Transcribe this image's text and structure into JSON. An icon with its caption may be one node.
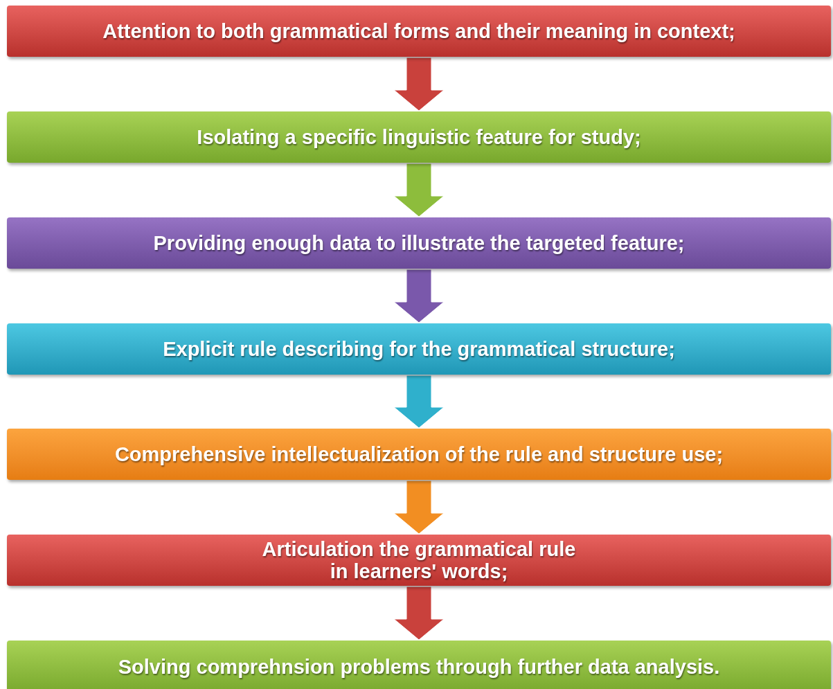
{
  "diagram": {
    "nodes": [
      {
        "text": [
          "Attention to both grammatical forms and their meaning in context;"
        ]
      },
      {
        "text": [
          "Isolating a specific linguistic feature for study;"
        ]
      },
      {
        "text": [
          "Providing enough data to illustrate the targeted feature;"
        ]
      },
      {
        "text": [
          "Explicit rule describing for the grammatical structure;"
        ]
      },
      {
        "text": [
          "Comprehensive intellectualization of the rule and structure use;"
        ]
      },
      {
        "text": [
          "Articulation the grammatical rule in learners' words;"
        ]
      },
      {
        "text": [
          "Solving comprehnsion problems through further data analysis."
        ]
      }
    ],
    "edges": [
      {
        "from": 0,
        "to": 1,
        "arrow": "to"
      },
      {
        "from": 1,
        "to": 2,
        "arrow": "to"
      },
      {
        "from": 2,
        "to": 3,
        "arrow": "to"
      },
      {
        "from": 3,
        "to": 4,
        "arrow": "to"
      },
      {
        "from": 4,
        "to": 5,
        "arrow": "to"
      },
      {
        "from": 5,
        "to": 6,
        "arrow": "to"
      }
    ]
  }
}
